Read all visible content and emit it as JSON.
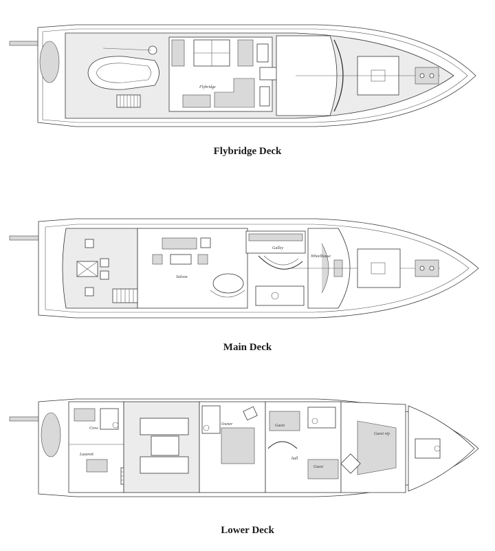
{
  "decks": [
    {
      "caption": "Flybridge Deck",
      "rooms": [
        {
          "label": "Flybridge"
        }
      ]
    },
    {
      "caption": "Main Deck",
      "rooms": [
        {
          "label": "Saloon"
        },
        {
          "label": "Galley"
        },
        {
          "label": "Wheelhouse"
        }
      ]
    },
    {
      "caption": "Lower Deck",
      "rooms": [
        {
          "label": "Crew"
        },
        {
          "label": "Lazarett"
        },
        {
          "label": "Owner"
        },
        {
          "label": "Guest"
        },
        {
          "label": "hall"
        },
        {
          "label": "Guest"
        },
        {
          "label": "Guest vip"
        }
      ]
    }
  ],
  "colors": {
    "line": "#222222",
    "deck": "#ececec",
    "hull": "#ffffff"
  }
}
